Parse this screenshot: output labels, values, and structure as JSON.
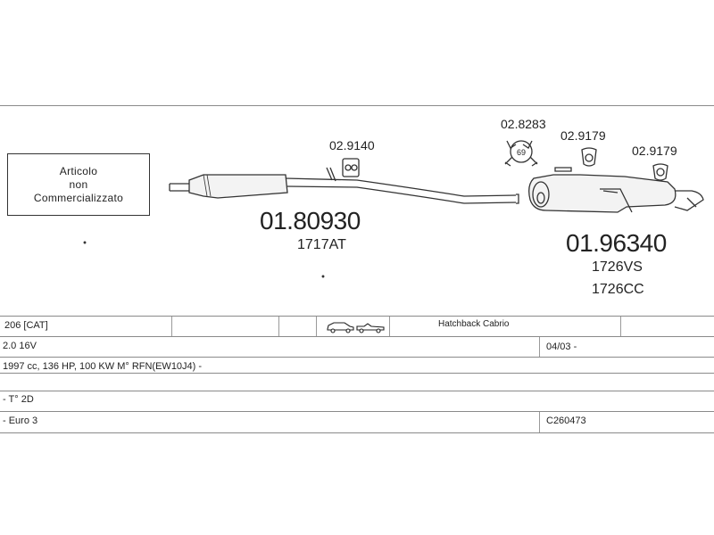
{
  "diagram": {
    "not_sold_label": [
      "Articolo",
      "non",
      "Commercializzato"
    ],
    "parts": {
      "front_pipe_code": "01.80930",
      "front_pipe_ref": "1717AT",
      "rear_muffler_code": "01.96340",
      "rear_muffler_refs": [
        "1726VS",
        "1726CC"
      ],
      "hanger_1": "02.9140",
      "clamp": "02.8283",
      "clamp_size": "69",
      "hanger_2": "02.9179",
      "hanger_3": "02.9179"
    },
    "icons": [
      "hatchback-car-icon",
      "cabrio-car-icon"
    ]
  },
  "table": {
    "row1": {
      "model": "206  [CAT]",
      "body": "Hatchback Cabrio"
    },
    "row2": {
      "engine": "2.0 16V",
      "date": "04/03 -"
    },
    "row3": {
      "spec": "1997 cc, 136 HP, 100 KW M° RFN(EW10J4) -"
    },
    "row4": {
      "note": "- T° 2D"
    },
    "row5": {
      "emission": "- Euro 3",
      "code": "C260473"
    }
  }
}
